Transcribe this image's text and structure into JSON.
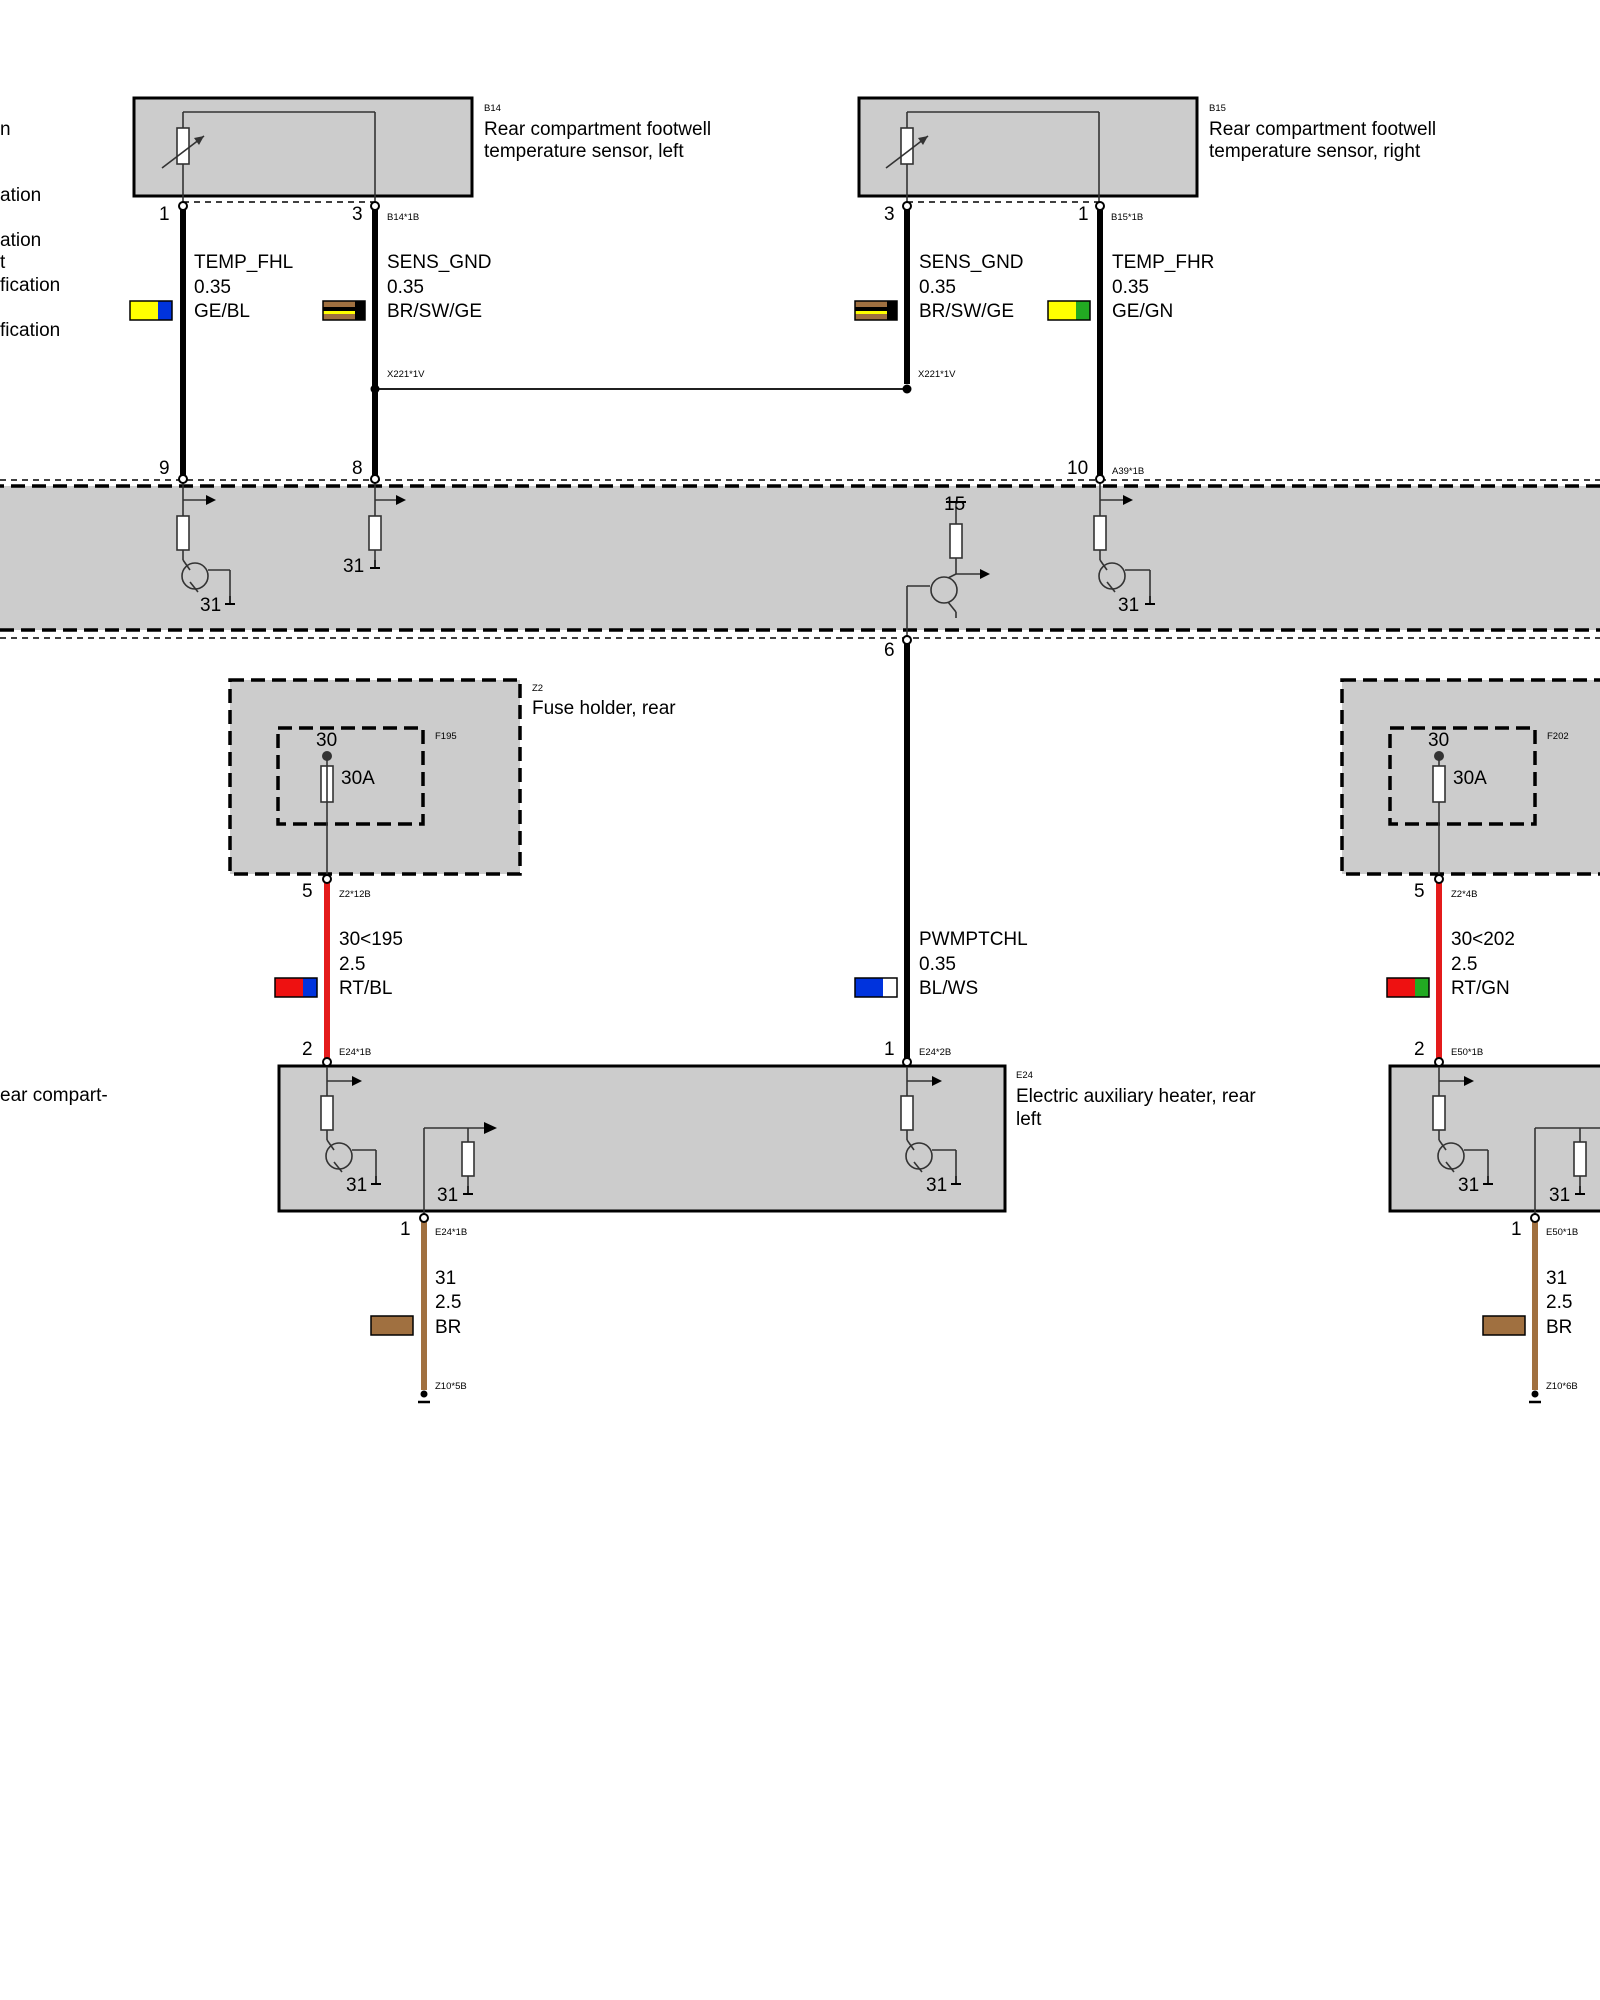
{
  "left_margin_texts": [
    "n",
    "ation",
    "ation",
    "t",
    "fication",
    "fication",
    "ear compart-"
  ],
  "components": {
    "b14": {
      "code": "B14",
      "name_l1": "Rear compartment footwell",
      "name_l2": "temperature sensor, left",
      "connector": "B14*1B"
    },
    "b15": {
      "code": "B15",
      "name_l1": "Rear compartment footwell",
      "name_l2": "temperature sensor, right",
      "connector": "B15*1B"
    },
    "a39": {
      "connector": "A39*1B"
    },
    "z2": {
      "code": "Z2",
      "name": "Fuse holder, rear",
      "fuse_left": {
        "code": "F195",
        "terminal": "30",
        "rating": "30A"
      },
      "fuse_right": {
        "code": "F202",
        "terminal": "30",
        "rating": "30A"
      }
    },
    "e24": {
      "code": "E24",
      "name_l1": "Electric auxiliary heater, rear",
      "name_l2": "left",
      "conn_1b": "E24*1B",
      "conn_2b": "E24*2B"
    },
    "e50": {
      "conn_1b": "E50*1B"
    }
  },
  "splices": {
    "x221_left": "X221*1V",
    "x221_right": "X221*1V"
  },
  "wires": {
    "temp_fhl": {
      "signal": "TEMP_FHL",
      "size": "0.35",
      "color": "GE/BL",
      "pin_top": "1",
      "pin_bottom": "9",
      "swatch": [
        "#ffff00",
        "#0033dd"
      ]
    },
    "sens_gnd_l": {
      "signal": "SENS_GND",
      "size": "0.35",
      "color": "BR/SW/GE",
      "pin_top": "3",
      "pin_bottom": "8",
      "swatch": [
        "#a07040",
        "#000000",
        "#ffff00"
      ]
    },
    "sens_gnd_r": {
      "signal": "SENS_GND",
      "size": "0.35",
      "color": "BR/SW/GE",
      "pin_top": "3",
      "swatch": [
        "#a07040",
        "#000000",
        "#ffff00"
      ]
    },
    "temp_fhr": {
      "signal": "TEMP_FHR",
      "size": "0.35",
      "color": "GE/GN",
      "pin_top": "1",
      "pin_bottom": "10",
      "swatch": [
        "#ffff00",
        "#22aa22"
      ]
    },
    "f195_feed": {
      "signal": "30<195",
      "size": "2.5",
      "color": "RT/BL",
      "pin_top": "5",
      "pin_bottom": "2",
      "conn_top": "Z2*12B",
      "swatch": [
        "#ee1111",
        "#0033dd"
      ]
    },
    "pwmptchl": {
      "signal": "PWMPTCHL",
      "size": "0.35",
      "color": "BL/WS",
      "pin_top": "6",
      "pin_bottom": "1",
      "swatch": [
        "#0033dd",
        "#ffffff"
      ]
    },
    "f202_feed": {
      "signal": "30<202",
      "size": "2.5",
      "color": "RT/GN",
      "pin_top": "5",
      "pin_bottom": "2",
      "conn_top": "Z2*4B",
      "swatch": [
        "#ee1111",
        "#22aa22"
      ]
    },
    "gnd_left": {
      "signal": "31",
      "size": "2.5",
      "color": "BR",
      "pin_top": "1",
      "conn_bottom": "Z10*5B",
      "swatch": [
        "#a07040"
      ]
    },
    "gnd_right": {
      "signal": "31",
      "size": "2.5",
      "color": "BR",
      "pin_top": "1",
      "conn_bottom": "Z10*6B",
      "swatch": [
        "#a07040"
      ]
    }
  },
  "internal_labels": {
    "ground": "31",
    "supply": "15"
  }
}
